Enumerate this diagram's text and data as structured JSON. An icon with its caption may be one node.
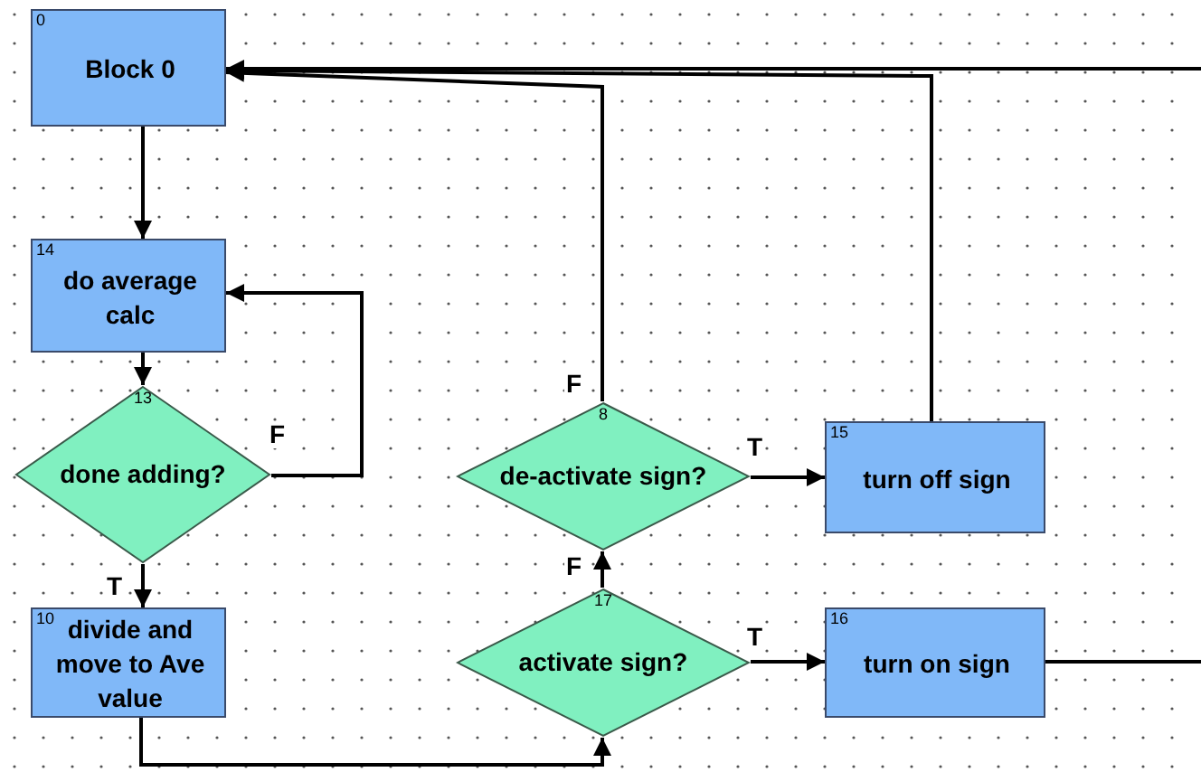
{
  "diagram": {
    "nodes": [
      {
        "text": [
          "0",
          "Block 0"
        ]
      },
      {
        "text": [
          "14",
          "do average calc"
        ]
      },
      {
        "text": [
          "13",
          "done adding?"
        ]
      },
      {
        "text": [
          "10",
          "divide and move to Ave value"
        ]
      },
      {
        "text": [
          "8",
          "de-activate sign?"
        ]
      },
      {
        "text": [
          "15",
          "turn off sign"
        ]
      },
      {
        "text": [
          "17",
          "activate sign?"
        ]
      },
      {
        "text": [
          "16",
          "turn on sign"
        ]
      }
    ],
    "edges": [
      {
        "from": null,
        "to": 0,
        "arrow": "to"
      },
      {
        "from": 0,
        "to": 1,
        "arrow": "to"
      },
      {
        "from": 1,
        "to": 2,
        "arrow": "to"
      },
      {
        "from": 2,
        "to": 1,
        "arrow": "to",
        "label": "F"
      },
      {
        "from": 2,
        "to": 3,
        "arrow": "to",
        "label": "T"
      },
      {
        "from": 3,
        "to": 6,
        "arrow": "to"
      },
      {
        "from": 6,
        "to": 4,
        "arrow": "to",
        "label": "F"
      },
      {
        "from": 6,
        "to": 7,
        "arrow": "to",
        "label": "T"
      },
      {
        "from": 4,
        "to": 0,
        "arrow": "to",
        "label": "F"
      },
      {
        "from": 4,
        "to": 5,
        "arrow": "to",
        "label": "T"
      },
      {
        "from": 5,
        "to": 0,
        "arrow": "to"
      },
      {
        "from": 7,
        "to": null,
        "arrow": "none"
      }
    ]
  }
}
